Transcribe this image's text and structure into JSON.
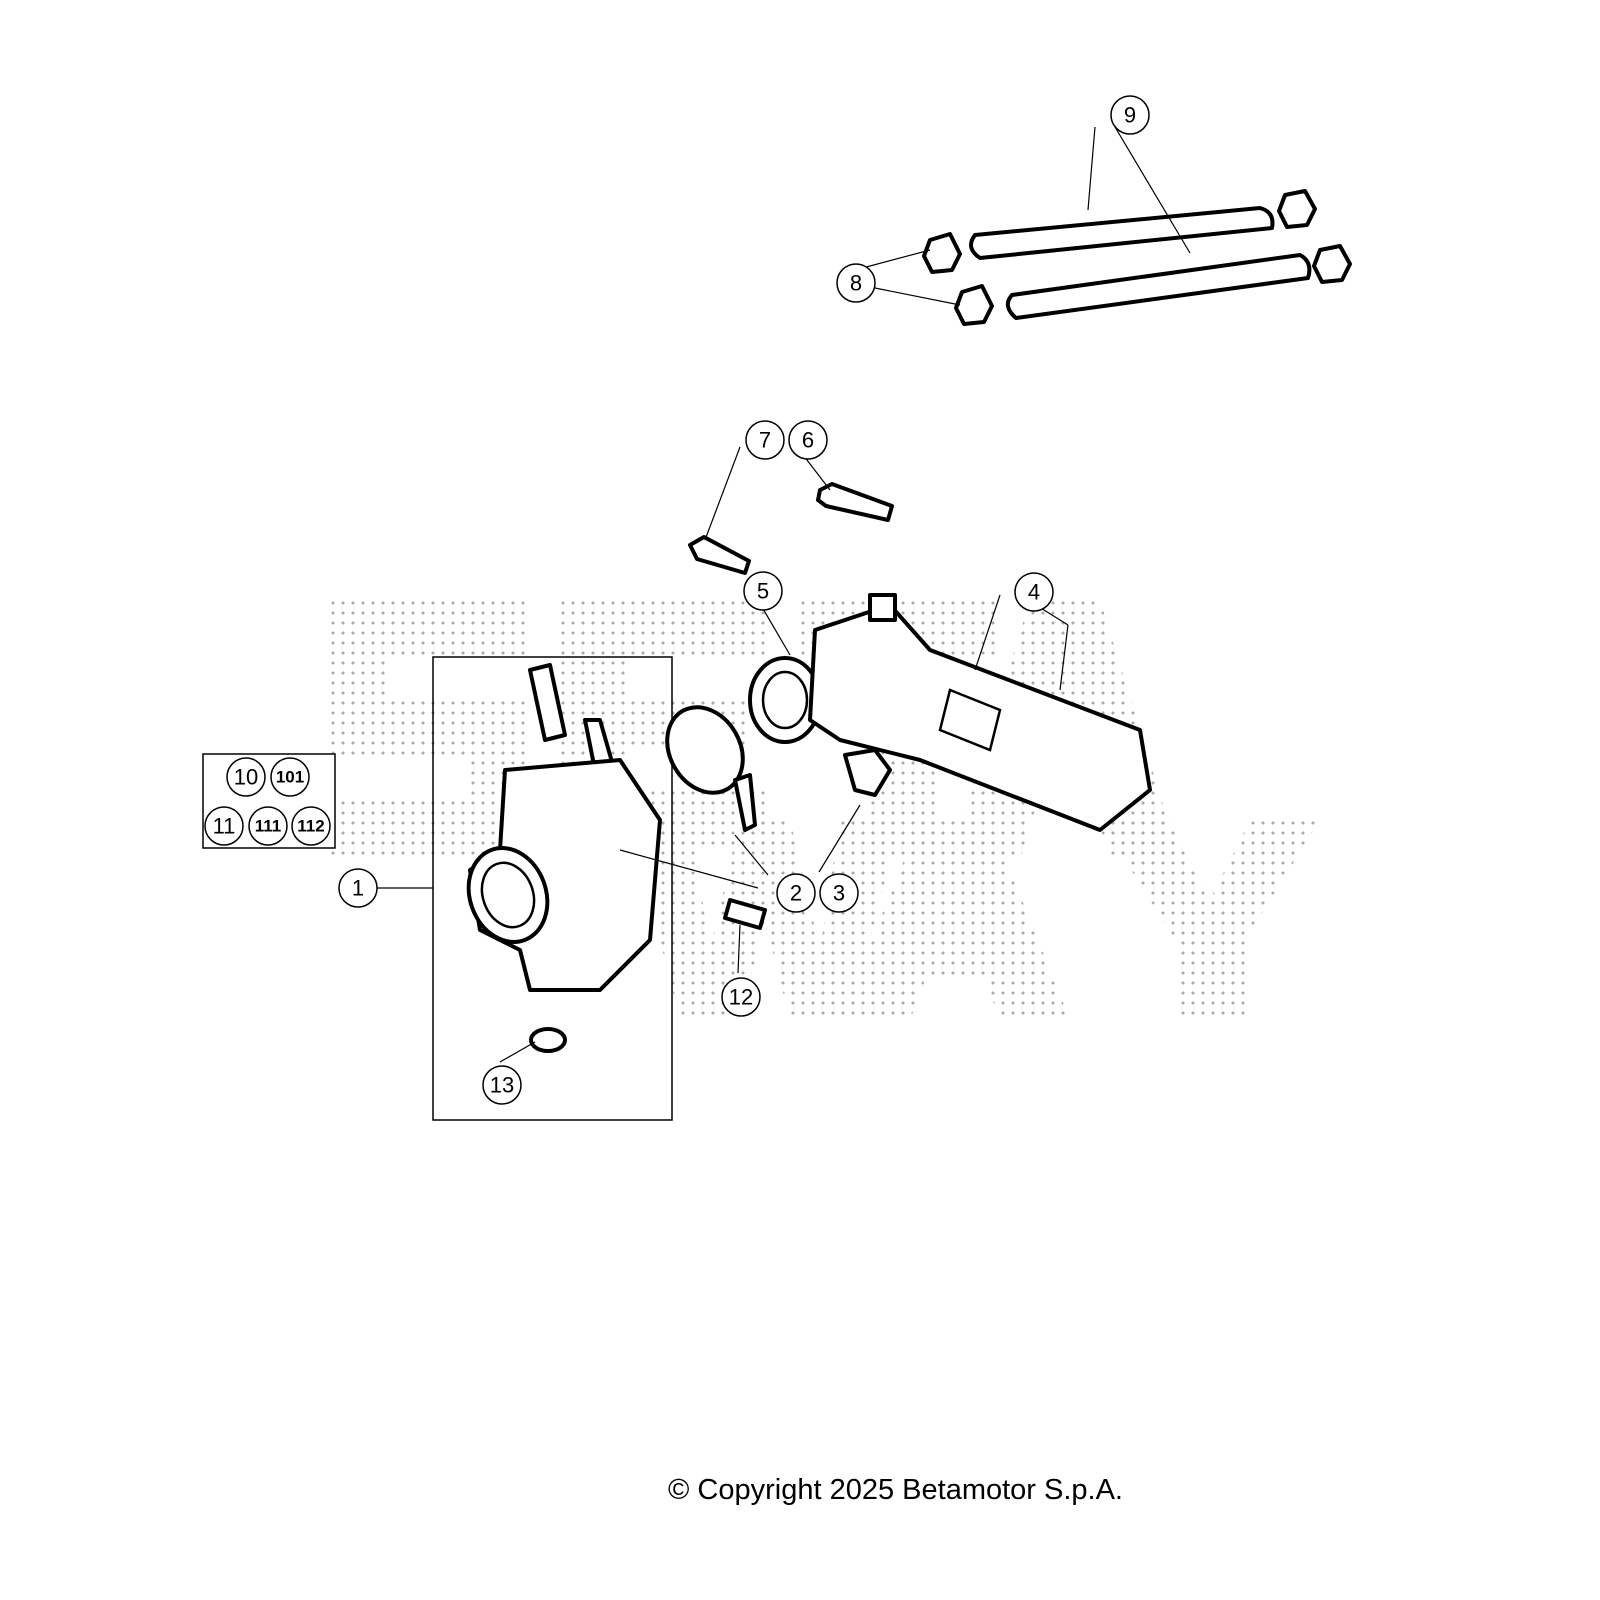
{
  "diagram": {
    "callouts": {
      "c1": "1",
      "c2": "2",
      "c3": "3",
      "c4": "4",
      "c5": "5",
      "c6": "6",
      "c7": "7",
      "c8": "8",
      "c9": "9",
      "c12": "12",
      "c13": "13"
    },
    "legend": [
      "10",
      "101",
      "11",
      "111",
      "112"
    ],
    "watermark_color": "#b0b0b0"
  },
  "footer": {
    "copyright": "© Copyright 2025 Betamotor S.p.A."
  }
}
